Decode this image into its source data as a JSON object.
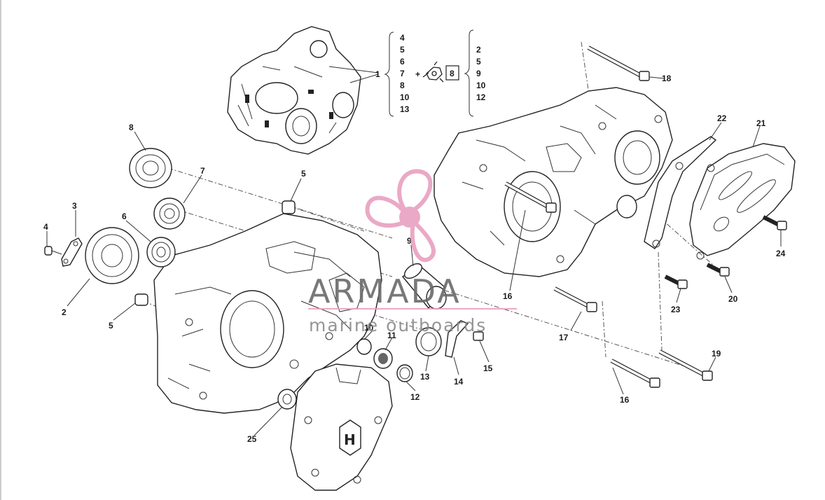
{
  "diagram": {
    "part_labels": [
      {
        "id": "l1",
        "text": "1"
      },
      {
        "id": "l2",
        "text": "2"
      },
      {
        "id": "l3",
        "text": "3"
      },
      {
        "id": "l4",
        "text": "4"
      },
      {
        "id": "l5a",
        "text": "5"
      },
      {
        "id": "l5b",
        "text": "5"
      },
      {
        "id": "l6",
        "text": "6"
      },
      {
        "id": "l7",
        "text": "7"
      },
      {
        "id": "l8",
        "text": "8"
      },
      {
        "id": "l9",
        "text": "9"
      },
      {
        "id": "l10",
        "text": "10"
      },
      {
        "id": "l11",
        "text": "11"
      },
      {
        "id": "l12",
        "text": "12"
      },
      {
        "id": "l13",
        "text": "13"
      },
      {
        "id": "l14",
        "text": "14"
      },
      {
        "id": "l15",
        "text": "15"
      },
      {
        "id": "l16a",
        "text": "16"
      },
      {
        "id": "l16b",
        "text": "16"
      },
      {
        "id": "l17",
        "text": "17"
      },
      {
        "id": "l18",
        "text": "18"
      },
      {
        "id": "l19",
        "text": "19"
      },
      {
        "id": "l20",
        "text": "20"
      },
      {
        "id": "l21",
        "text": "21"
      },
      {
        "id": "l22",
        "text": "22"
      },
      {
        "id": "l23",
        "text": "23"
      },
      {
        "id": "l24",
        "text": "24"
      },
      {
        "id": "l25",
        "text": "25"
      }
    ],
    "assembly_list_a": [
      "4",
      "5",
      "6",
      "7",
      "8",
      "10",
      "13"
    ],
    "assembly_list_b": [
      "2",
      "5",
      "9",
      "10",
      "12"
    ],
    "plus_sign": "+",
    "boxed_number": "8"
  },
  "watermark": {
    "brand": "ARMADA",
    "tagline": "marine outboards",
    "color": "#e8a0c0"
  },
  "colors": {
    "line": "#222222",
    "background": "#ffffff"
  }
}
